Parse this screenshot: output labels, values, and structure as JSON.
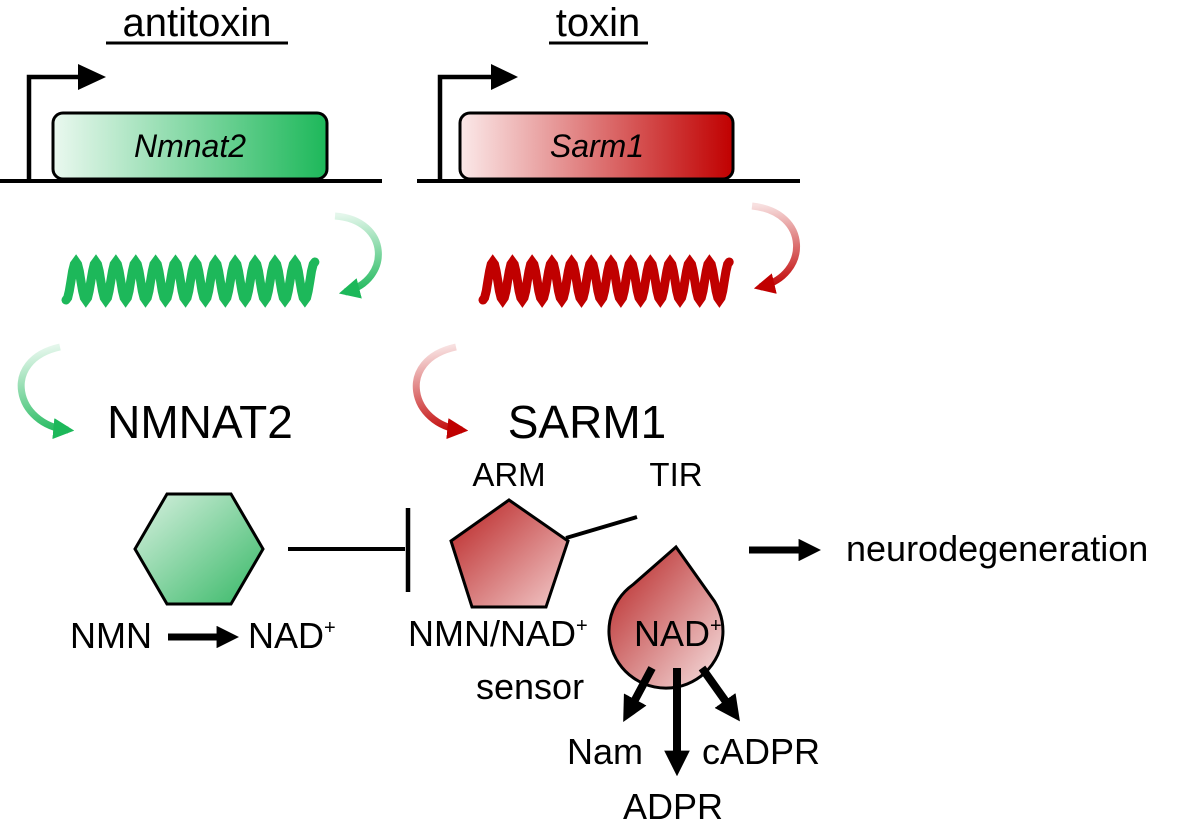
{
  "antitoxin": {
    "header": "antitoxin",
    "gene": "Nmnat2",
    "protein": "NMNAT2",
    "reaction": {
      "substrate": "NMN",
      "product": "NAD",
      "product_charge": "+"
    }
  },
  "toxin": {
    "header": "toxin",
    "gene": "Sarm1",
    "protein": "SARM1",
    "domains": {
      "arm": "ARM",
      "tir": "TIR"
    },
    "sensor": {
      "line1_prefix": "NMN/NAD",
      "line1_charge": "+",
      "line2": "sensor"
    },
    "substrate": {
      "text": "NAD",
      "charge": "+"
    },
    "outcome": "neurodegeneration",
    "products": {
      "nam": "Nam",
      "adpr": "ADPR",
      "cadpr": "cADPR"
    }
  },
  "colors": {
    "green_dark": "#1db85a",
    "green_light": "#e6f7ec",
    "red_dark": "#c00000",
    "red_light": "#f6dcdc",
    "ink": "#000000"
  }
}
